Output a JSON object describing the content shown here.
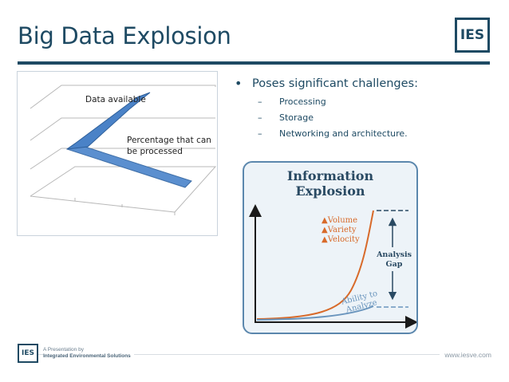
{
  "slide": {
    "title": "Big Data Explosion",
    "logo_text": "IES"
  },
  "chart": {
    "label_available": "Data available",
    "label_percentage": "Percentage that can be processed"
  },
  "bullets": {
    "main": "Poses significant challenges:",
    "subs": [
      "Processing",
      "Storage",
      "Networking and architecture."
    ]
  },
  "info_graphic": {
    "title_line1": "Information",
    "title_line2": "Explosion",
    "v_items": [
      "Volume",
      "Variety",
      "Velocity"
    ],
    "gap_line1": "Analysis",
    "gap_line2": "Gap",
    "ability_line1": "Ability to",
    "ability_line2": "Analyze",
    "colors": {
      "volume_curve": "#d86a2a",
      "ability_curve": "#6a95bd",
      "border": "#5b87ad"
    }
  },
  "footer": {
    "logo_text": "IES",
    "line1": "A Presentation by",
    "line2": "Integrated Environmental Solutions",
    "url": "www.iesve.com"
  }
}
